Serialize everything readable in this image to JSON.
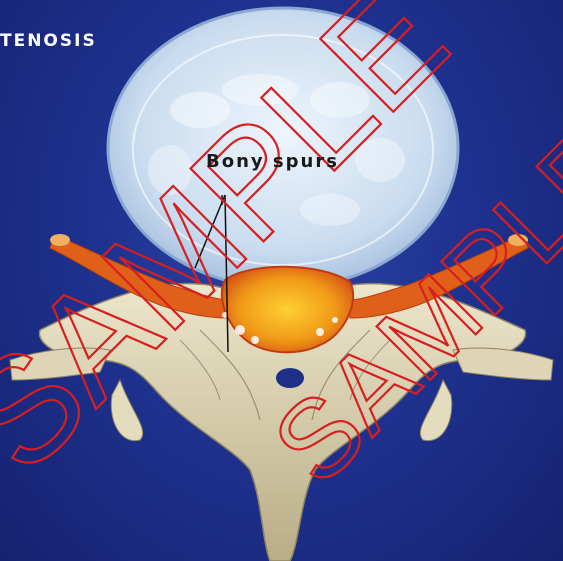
{
  "figure": {
    "title": "TENOSIS",
    "label": "Bony spurs",
    "watermarks": [
      "SAMPLE",
      "SAMPLE"
    ]
  },
  "colors": {
    "background": "#1f3290",
    "disc": "#d3e3f3",
    "bone": "#d8d0b0",
    "nerve": "#e0601a",
    "spur": "#f0a020",
    "watermark": "#d81e1e"
  }
}
